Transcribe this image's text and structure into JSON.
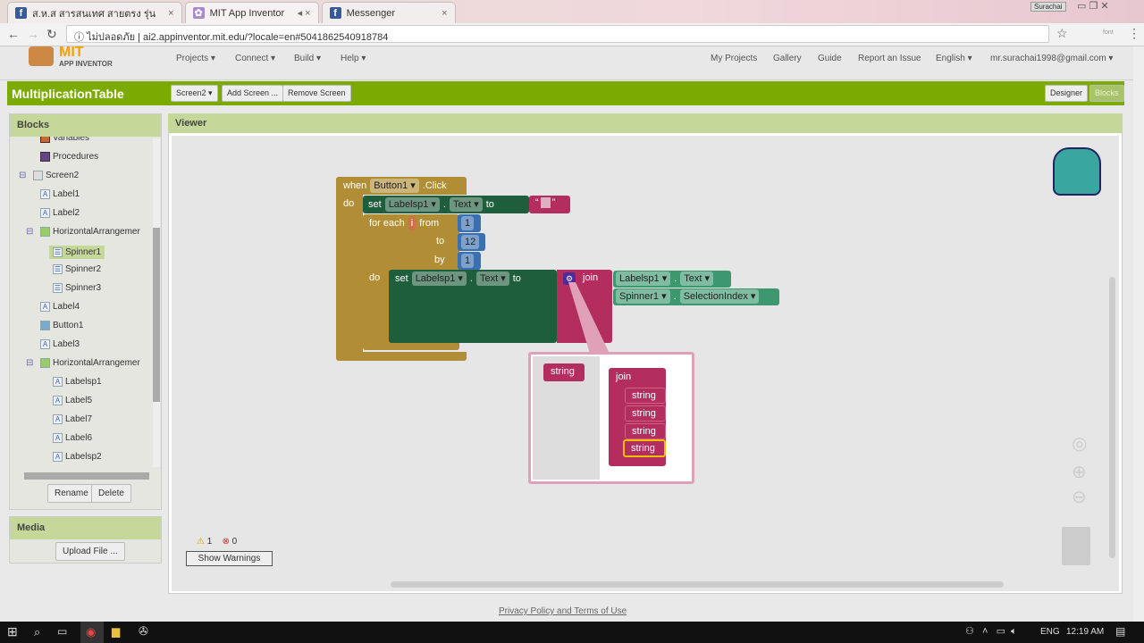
{
  "browser": {
    "tabs": [
      {
        "label": "ส.ห.ส สารสนเทศ สายตรง รุ่น"
      },
      {
        "label": "MIT App Inventor"
      },
      {
        "label": "Messenger"
      }
    ],
    "url_prefix": "ไม่ปลอดภัย",
    "url": "ai2.appinventor.mit.edu/?locale=en#5041862540918784",
    "profile": "Surachai",
    "ext": "font"
  },
  "header": {
    "logo_main": "MIT",
    "logo_sub": "APP INVENTOR",
    "menu": [
      "Projects ▾",
      "Connect ▾",
      "Build ▾",
      "Help ▾"
    ],
    "right": [
      "My Projects",
      "Gallery",
      "Guide",
      "Report an Issue",
      "English ▾",
      "mr.surachai1998@gmail.com ▾"
    ]
  },
  "toolbar": {
    "project": "MultiplicationTable",
    "screen": "Screen2 ▾",
    "add_screen": "Add Screen ...",
    "remove_screen": "Remove Screen",
    "designer": "Designer",
    "blocks": "Blocks"
  },
  "blocks_panel": {
    "title": "Blocks",
    "items": [
      "Variables",
      "Procedures",
      "Screen2",
      "Label1",
      "Label2",
      "HorizontalArrangemer",
      "Spinner1",
      "Spinner2",
      "Spinner3",
      "Label4",
      "Button1",
      "Label3",
      "HorizontalArrangemer",
      "Labelsp1",
      "Label5",
      "Label7",
      "Label6",
      "Labelsp2"
    ],
    "rename": "Rename",
    "delete": "Delete"
  },
  "media_panel": {
    "title": "Media",
    "upload": "Upload File ..."
  },
  "viewer": {
    "title": "Viewer",
    "warnings": "1",
    "errors": "0",
    "show_warnings": "Show Warnings"
  },
  "code": {
    "when": "when",
    "button": "Button1 ▾",
    "click": ".Click",
    "do": "do",
    "set": "set",
    "labelsp1": "Labelsp1 ▾",
    "dot": ".",
    "text": "Text ▾",
    "to": "to",
    "quote_l": "“",
    "quote_r": "”",
    "foreach": "for each",
    "var": "i",
    "from": "from",
    "from_val": "1",
    "to_val": "12",
    "by": "by",
    "by_val": "1",
    "join": "join",
    "spinner": "Spinner1 ▾",
    "selidx": "SelectionIndex ▾"
  },
  "mutator": {
    "string": "string",
    "join": "join",
    "items": [
      "string",
      "string",
      "string",
      "string"
    ]
  },
  "footer": {
    "privacy": "Privacy Policy and Terms of Use"
  },
  "taskbar": {
    "lang": "ENG",
    "time": "12:19 AM"
  }
}
